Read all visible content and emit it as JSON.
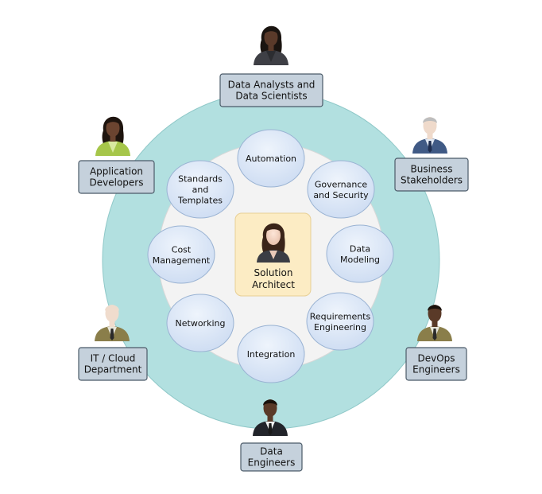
{
  "center": {
    "lines": [
      "Solution",
      "Architect"
    ]
  },
  "responsibilities": [
    {
      "id": "automation",
      "lines": [
        "Automation"
      ]
    },
    {
      "id": "governance",
      "lines": [
        "Governance",
        "and Security"
      ]
    },
    {
      "id": "data-modeling",
      "lines": [
        "Data",
        "Modeling"
      ]
    },
    {
      "id": "requirements",
      "lines": [
        "Requirements",
        "Engineering"
      ]
    },
    {
      "id": "integration",
      "lines": [
        "Integration"
      ]
    },
    {
      "id": "networking",
      "lines": [
        "Networking"
      ]
    },
    {
      "id": "cost",
      "lines": [
        "Cost",
        "Management"
      ]
    },
    {
      "id": "standards",
      "lines": [
        "Standards",
        "and",
        "Templates"
      ]
    }
  ],
  "stakeholders": [
    {
      "id": "data-analysts",
      "lines": [
        "Data Analysts and",
        "Data Scientists"
      ],
      "person": "woman-dark"
    },
    {
      "id": "business",
      "lines": [
        "Business",
        "Stakeholders"
      ],
      "person": "man-blue"
    },
    {
      "id": "devops",
      "lines": [
        "DevOps",
        "Engineers"
      ],
      "person": "man-olive-dark"
    },
    {
      "id": "data-engineers",
      "lines": [
        "Data",
        "Engineers"
      ],
      "person": "man-dark-suit"
    },
    {
      "id": "it-cloud",
      "lines": [
        "IT / Cloud",
        "Department"
      ],
      "person": "man-olive"
    },
    {
      "id": "app-developers",
      "lines": [
        "Application",
        "Developers"
      ],
      "person": "woman-green"
    }
  ],
  "colors": {
    "outer_ring": "#b2e0e0",
    "inner_disc": "#f3f3f3",
    "bubble": "#dbe7f7",
    "bubble_stroke": "#9ab3d3",
    "center_box": "#fcecc4",
    "stakeholder_box": "#c5d1dc",
    "stakeholder_stroke": "#4b5a68"
  }
}
